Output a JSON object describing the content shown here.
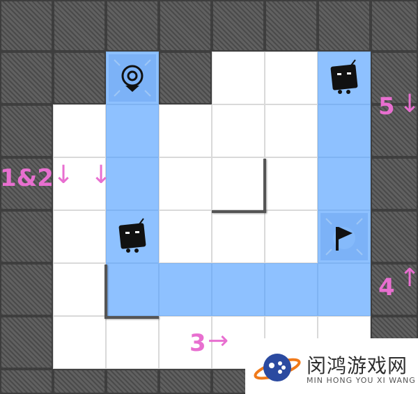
{
  "board": {
    "rows": 8,
    "cols": 8
  },
  "grid": [
    "WWWWWWWW",
    "WWBWFFBW",
    "WFBFFFBW",
    "WFBFFFBW",
    "WFBFFFBW",
    "WFBBBBBW",
    "WFFFFFFW",
    "WWWWWWWW"
  ],
  "pieces": {
    "goal": {
      "name": "target-icon",
      "row": 1,
      "col": 2
    },
    "robot_top": {
      "name": "robot-icon",
      "row": 1,
      "col": 6
    },
    "robot_mid": {
      "name": "robot-icon",
      "row": 4,
      "col": 2
    },
    "flag": {
      "name": "flag-icon",
      "row": 4,
      "col": 6
    }
  },
  "annotations": {
    "step_1_2": "1&2",
    "step_3": "3",
    "step_4": "4",
    "step_5": "5"
  },
  "arrows": {
    "down": "↓",
    "up": "↑",
    "right": "→"
  },
  "colors": {
    "path": "#8ec1ff",
    "wall": "#555555",
    "floor": "#ffffff",
    "annotation": "#e86fd0"
  },
  "watermark": {
    "name": "闵鸿游戏网",
    "pinyin": "MIN HONG YOU XI WANG"
  }
}
